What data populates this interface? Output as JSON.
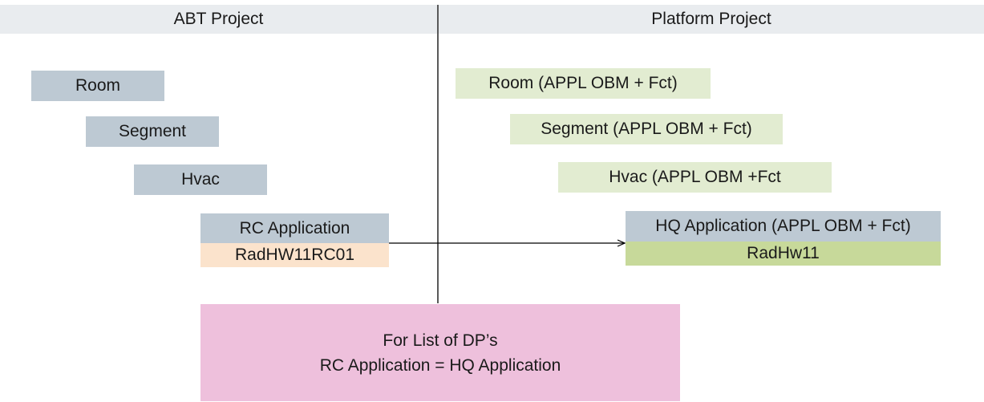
{
  "headers": {
    "left": "ABT Project",
    "right": "Platform Project"
  },
  "abt": {
    "room": "Room",
    "segment": "Segment",
    "hvac": "Hvac",
    "app": "RC Application",
    "app_id": "RadHW11RC01"
  },
  "platform": {
    "room": "Room (APPL OBM + Fct)",
    "segment": "Segment (APPL OBM + Fct)",
    "hvac": "Hvac (APPL OBM +Fct",
    "app": "HQ Application  (APPL OBM + Fct)",
    "app_id": "RadHw11"
  },
  "note": {
    "line1": "For List of DP’s",
    "line2": "RC Application  = HQ Application"
  },
  "colors": {
    "header_bg": "#e9ecef",
    "abt_box": "#bdc9d3",
    "platform_box": "#e2ecd1",
    "rc_id_box": "#fbe3cc",
    "hq_id_box": "#c7d99a",
    "note_box": "#eec0dc"
  }
}
